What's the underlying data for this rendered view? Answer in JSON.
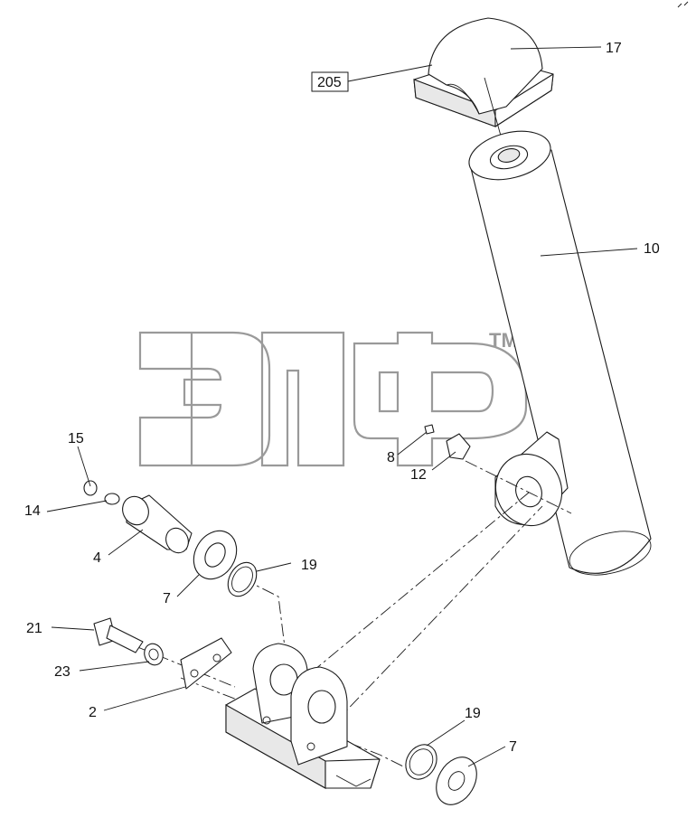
{
  "watermark": {
    "tm": "TM"
  },
  "labels": {
    "l205": "205",
    "l17": "17",
    "l10": "10",
    "l15": "15",
    "l14": "14",
    "l4": "4",
    "l7a": "7",
    "l19a": "19",
    "l8": "8",
    "l12": "12",
    "l21": "21",
    "l23": "23",
    "l2": "2",
    "l19b": "19",
    "l7b": "7"
  }
}
